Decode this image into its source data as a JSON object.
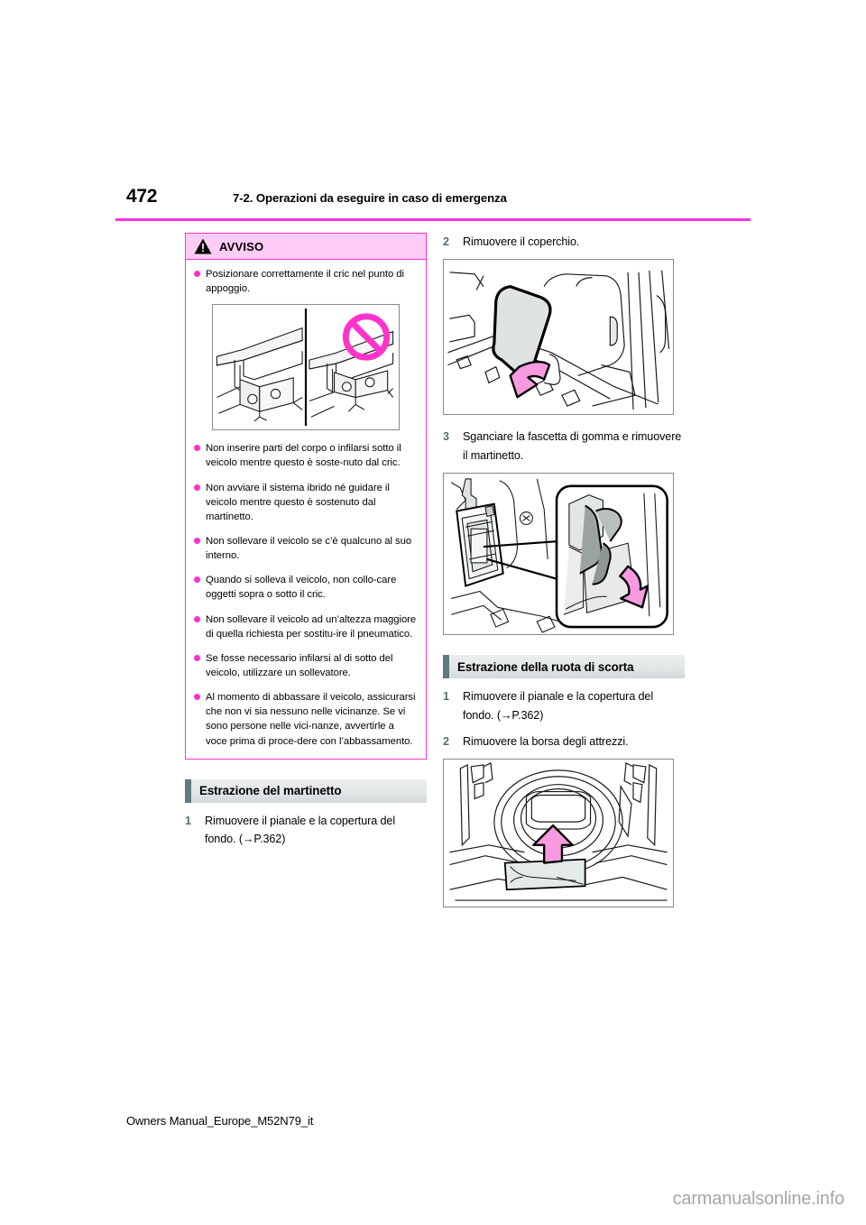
{
  "page": {
    "number": "472",
    "chapter": "7-2. Operazioni da eseguire in caso di emergenza",
    "footer_file": "Owners Manual_Europe_M52N79_it",
    "watermark": "carmanualsonline.info",
    "rule_color": "#ff33e0"
  },
  "warning": {
    "title": "AVVISO",
    "icon": "warning-triangle-icon",
    "header_bg": "#ffccf5",
    "border_color": "#ff33cc",
    "bullet_color": "#ff2ecc",
    "first_bullet": "Posizionare correttamente il cric nel punto di appoggio.",
    "figure_caption": "jack-positioning-correct-and-incorrect",
    "bullets": [
      "Non inserire parti del corpo o infilarsi sotto il veicolo mentre questo è soste-nuto dal cric.",
      "Non avviare il sistema ibrido né guidare il veicolo mentre questo è sostenuto dal martinetto.",
      "Non sollevare il veicolo se c’è qualcuno al suo interno.",
      "Quando si solleva il veicolo, non collo-care oggetti sopra o sotto il cric.",
      "Non sollevare il veicolo ad un’altezza maggiore di quella richiesta per sostitu-ire il pneumatico.",
      "Se fosse necessario infilarsi al di sotto del veicolo, utilizzare un sollevatore.",
      "Al momento di abbassare il veicolo, assicurarsi che non vi sia nessuno nelle vicinanze. Se vi sono persone nelle vici-nanze, avvertirle a voce prima di proce-dere con l’abbassamento."
    ]
  },
  "section_jack": {
    "heading": "Estrazione del martinetto",
    "accent_color": "#5d7b80",
    "steps": [
      {
        "num": "1",
        "text": "Rimuovere il pianale e la copertura del fondo. (→P.362)"
      }
    ]
  },
  "right_column": {
    "step2": {
      "num": "2",
      "text": "Rimuovere il coperchio."
    },
    "figure2_name": "trunk-cover-removal-illustration",
    "step3": {
      "num": "3",
      "text": "Sganciare la fascetta di gomma e rimuovere il martinetto."
    },
    "figure3_name": "jack-rubber-strap-detail-illustration"
  },
  "section_spare": {
    "heading": "Estrazione della ruota di scorta",
    "accent_color": "#5d7b80",
    "steps": [
      {
        "num": "1",
        "text": "Rimuovere il pianale e la copertura del fondo. (→P.362)"
      },
      {
        "num": "2",
        "text": "Rimuovere la borsa degli attrezzi."
      }
    ],
    "figure_name": "spare-wheel-toolbag-removal-illustration"
  }
}
